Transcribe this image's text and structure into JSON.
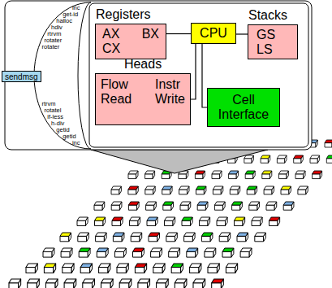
{
  "diagram": {
    "nodes": [
      {
        "text": [
          "sendmsg"
        ]
      },
      {
        "text": [
          "Registers",
          "AX",
          "BX",
          "CX"
        ]
      },
      {
        "text": [
          "CPU"
        ]
      },
      {
        "text": [
          "Stacks",
          "GS",
          "LS"
        ]
      },
      {
        "text": [
          "Heads",
          "Flow",
          "Instr",
          "Read",
          "Write"
        ]
      },
      {
        "text": [
          "Cell Interface"
        ]
      }
    ],
    "edges": [
      {
        "from": 2,
        "to": 1,
        "arrow": "none"
      },
      {
        "from": 2,
        "to": 3,
        "arrow": "none"
      },
      {
        "from": 2,
        "to": 4,
        "arrow": "none"
      },
      {
        "from": 2,
        "to": 5,
        "arrow": "none"
      }
    ],
    "labels": [
      "inc",
      "get-id",
      "halloc",
      "hdiv",
      "rtrvm",
      "rotater",
      "rotater",
      "rtrvm",
      "rotatel",
      "if-less",
      "h-div",
      "getid",
      "getid",
      "inc"
    ]
  }
}
